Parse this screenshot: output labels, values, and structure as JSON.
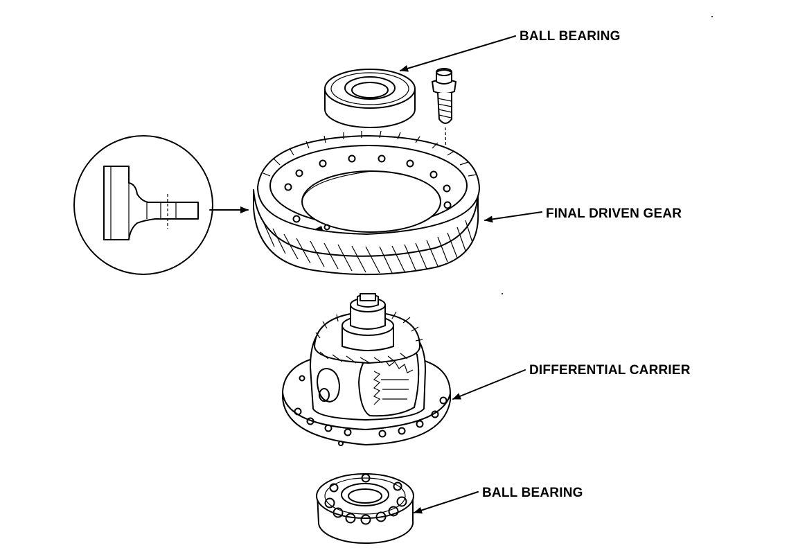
{
  "labels": {
    "top_bearing": "BALL BEARING",
    "final_driven_gear": "FINAL DRIVEN GEAR",
    "differential_carrier": "DIFFERENTIAL CARRIER",
    "bottom_bearing": "BALL BEARING"
  },
  "colors": {
    "ink": "#000000",
    "paper": "#ffffff"
  }
}
